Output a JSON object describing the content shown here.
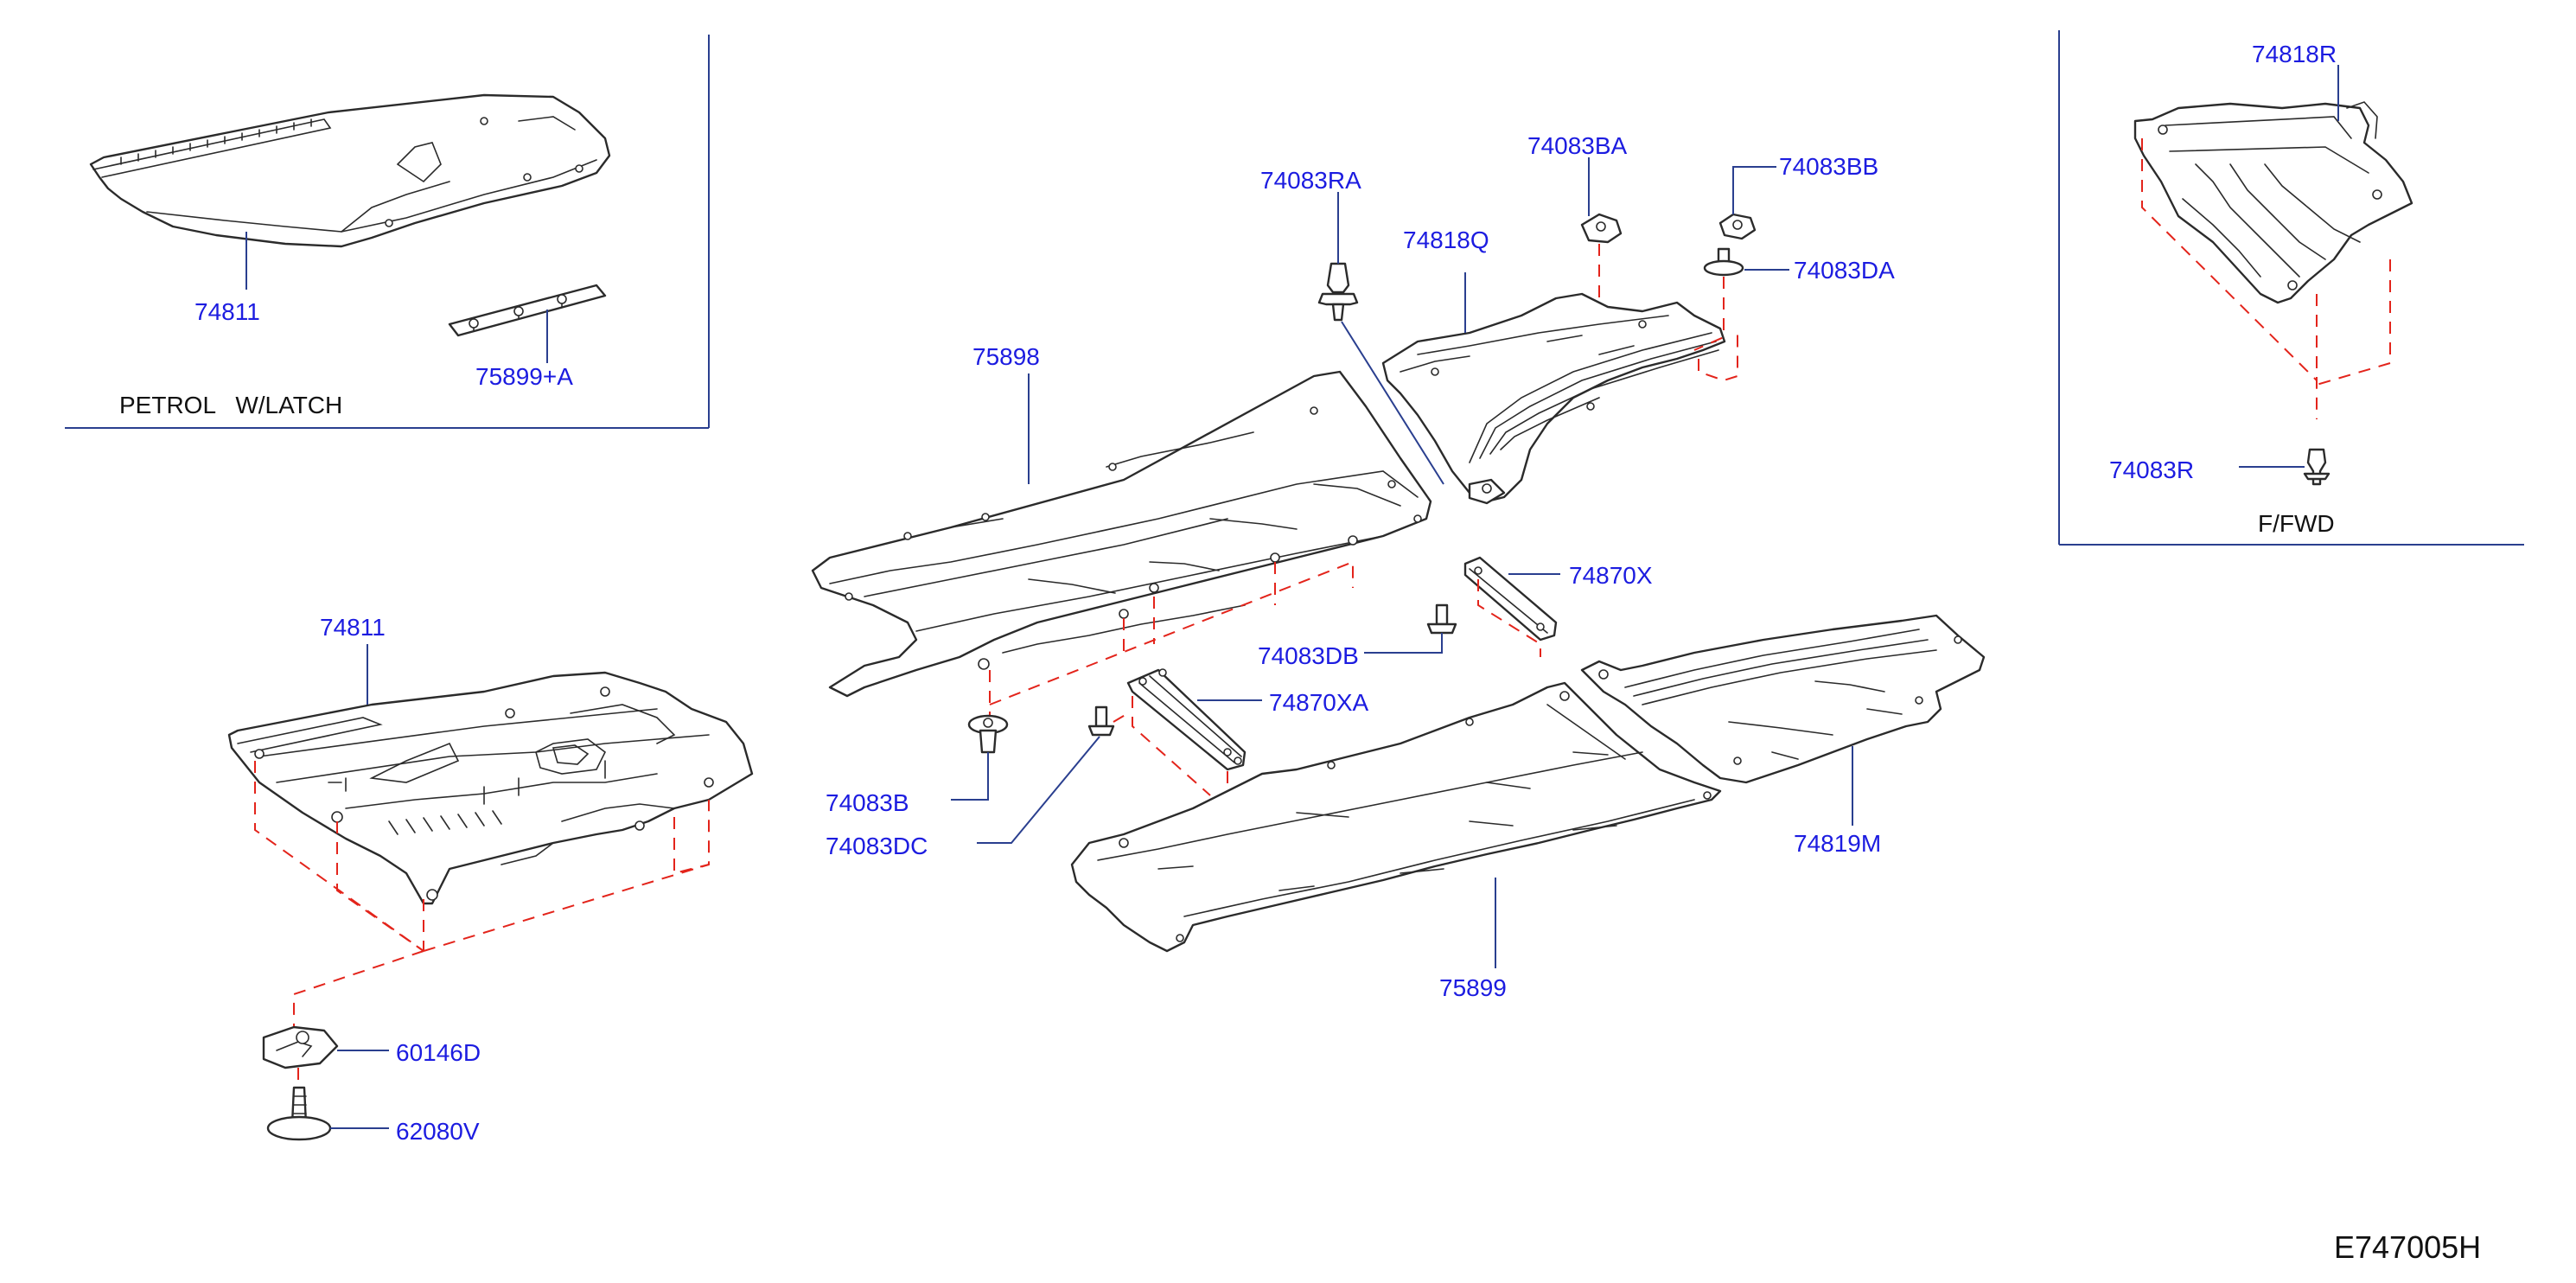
{
  "labels": {
    "l74818R": "74818R",
    "l74083RA": "74083RA",
    "l74083BA": "74083BA",
    "l74083BB": "74083BB",
    "l74818Q": "74818Q",
    "l74083DA": "74083DA",
    "l74811_top": "74811",
    "l75899A": "75899+A",
    "l75898": "75898",
    "l74083R": "74083R",
    "l74870X": "74870X",
    "l74811_bottom": "74811",
    "l74083DB": "74083DB",
    "l74870XA": "74870XA",
    "l74083B": "74083B",
    "l74083DC": "74083DC",
    "l74819M": "74819M",
    "l75899": "75899",
    "l60146D": "60146D",
    "l62080V": "62080V"
  },
  "notes": {
    "petrol_latch": "PETROL   W/LATCH",
    "ffwd": "F/FWD"
  },
  "diagram_code": "E747005H",
  "colors": {
    "part_number": "#1c1ce0",
    "leader_line": "#2a3f8f",
    "dashed_guide": "#e3241b",
    "part_outline": "#2b2b2b"
  }
}
